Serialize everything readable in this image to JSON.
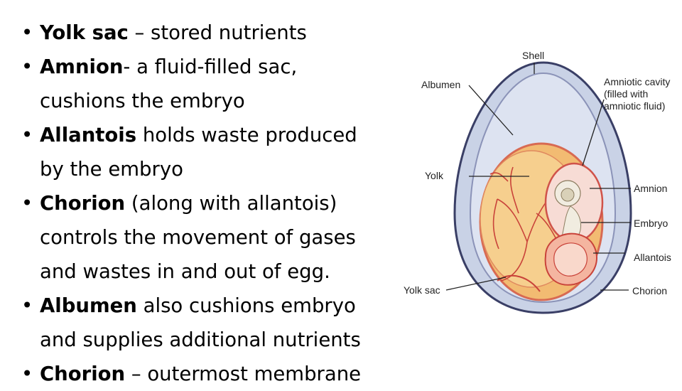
{
  "bullets": [
    {
      "term": "Yolk sac",
      "rest": " – stored nutrients",
      "continuation": []
    },
    {
      "term": "Amnion",
      "rest": "- a fluid-filled sac,",
      "continuation": [
        "cushions the embryo"
      ]
    },
    {
      "term": "Allantois",
      "rest": " holds waste produced",
      "continuation": [
        "by the embryo"
      ]
    },
    {
      "term": "Chorion",
      "rest": " (along with allantois)",
      "continuation": [
        "controls the movement of gases",
        "and wastes in and out of egg."
      ]
    },
    {
      "term": "Albumen",
      "rest": " also cushions embryo",
      "continuation": [
        "and supplies additional nutrients"
      ]
    },
    {
      "term": "Chorion",
      "rest": " – outermost membrane",
      "continuation": []
    }
  ],
  "diagram": {
    "labels": {
      "shell": "Shell",
      "albumen": "Albumen",
      "amniotic_cavity": [
        "Amniotic cavity",
        "(filled with",
        "amniotic fluid)"
      ],
      "yolk": "Yolk",
      "amnion": "Amnion",
      "embryo": "Embryo",
      "allantois": "Allantois",
      "yolk_sac": "Yolk sac",
      "chorion": "Chorion"
    }
  }
}
